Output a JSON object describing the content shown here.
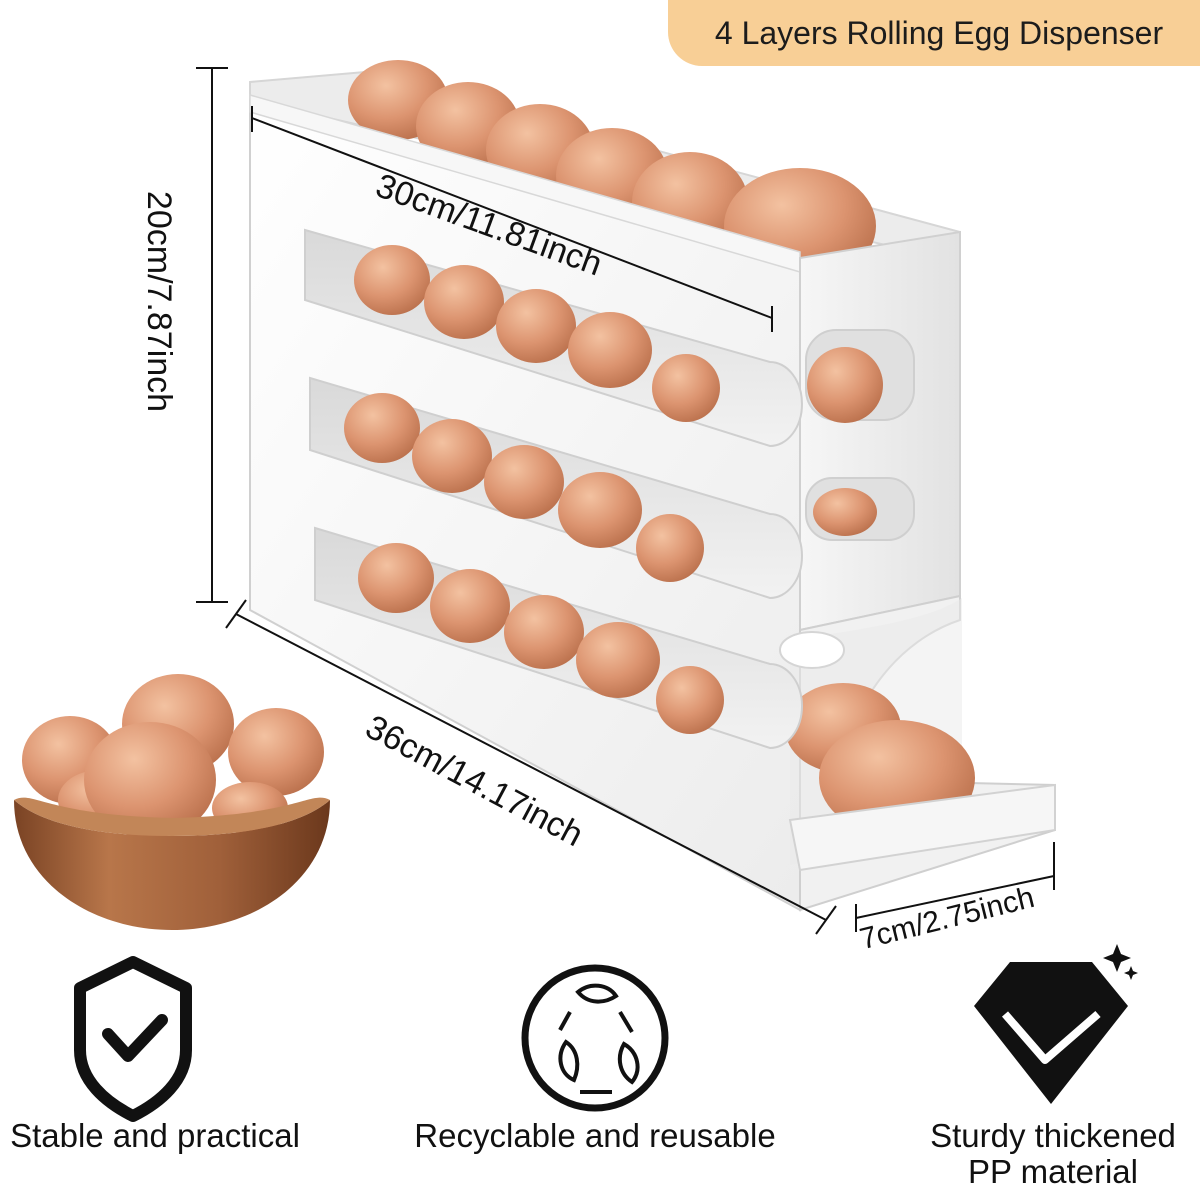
{
  "title": "4 Layers Rolling Egg Dispenser",
  "dimensions": {
    "top_length": "30cm/11.81inch",
    "height": "20cm/7.87inch",
    "bottom_length": "36cm/14.17inch",
    "depth": "7cm/2.75inch"
  },
  "features": [
    {
      "label": "Stable and practical",
      "icon": "shield-check-icon"
    },
    {
      "label": "Recyclable and reusable",
      "icon": "recycle-leaf-icon"
    },
    {
      "label_line1": "Sturdy thickened",
      "label_line2": "PP material",
      "icon": "diamond-v-icon"
    }
  ],
  "colors": {
    "badge": "#f8cf96",
    "egg": "#d9936d",
    "rack": "#f4f4f4",
    "bowl": "#a8663e"
  }
}
